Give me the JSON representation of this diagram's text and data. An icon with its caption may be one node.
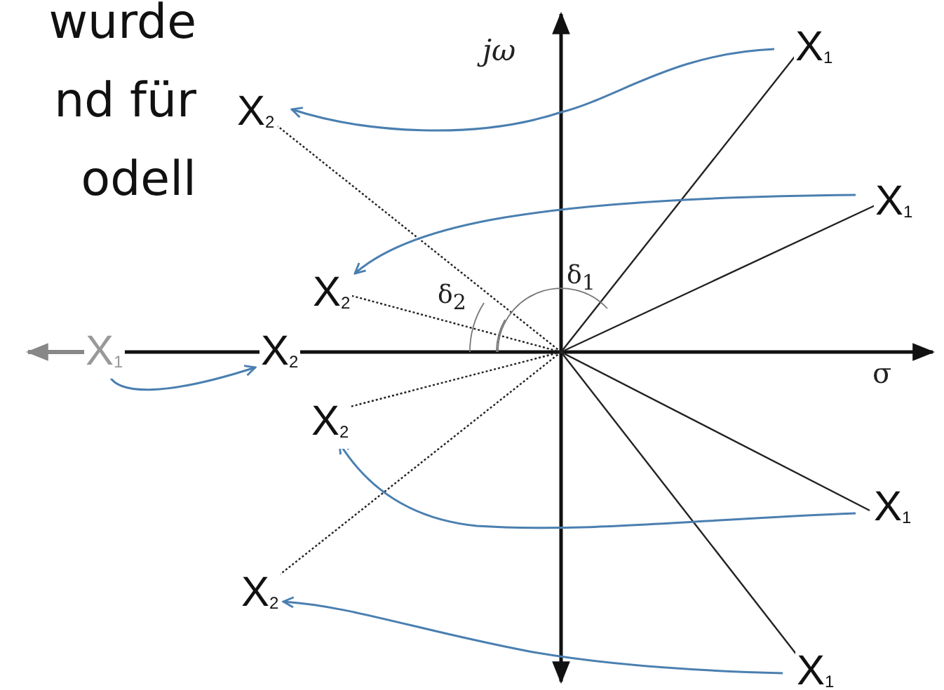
{
  "diagram": {
    "nodes": [
      {
        "text": [
          "X$_{1}$"
        ]
      },
      {
        "text": [
          "X$_{2}$"
        ]
      },
      {
        "text": [
          "X$_{1}$"
        ]
      },
      {
        "text": [
          "X$_{2}$"
        ]
      },
      {
        "text": [
          "X$_{1}$"
        ]
      },
      {
        "text": [
          "X$_{2}$"
        ]
      },
      {
        "text": [
          "X$_{2}$"
        ]
      },
      {
        "text": [
          "X$_{1}$"
        ]
      },
      {
        "text": [
          "X$_{2}$"
        ]
      },
      {
        "text": [
          "X$_{1}$"
        ]
      }
    ],
    "edges": [
      {
        "from": 0,
        "to": 1,
        "arrow": "to",
        "color": "#4a7fb0"
      },
      {
        "from": 2,
        "to": 3,
        "arrow": "to",
        "color": "#4a7fb0"
      },
      {
        "from": 4,
        "to": 5,
        "arrow": "to",
        "color": "#4a7fb0"
      },
      {
        "from": 7,
        "to": 6,
        "arrow": "to",
        "color": "#4a7fb0"
      },
      {
        "from": 9,
        "to": 8,
        "arrow": "to",
        "color": "#4a7fb0"
      }
    ],
    "labels": [
      "wurde nd für odell",
      "jω",
      "δ$_{2}$",
      "δ$_{1}$",
      "σ"
    ]
  }
}
